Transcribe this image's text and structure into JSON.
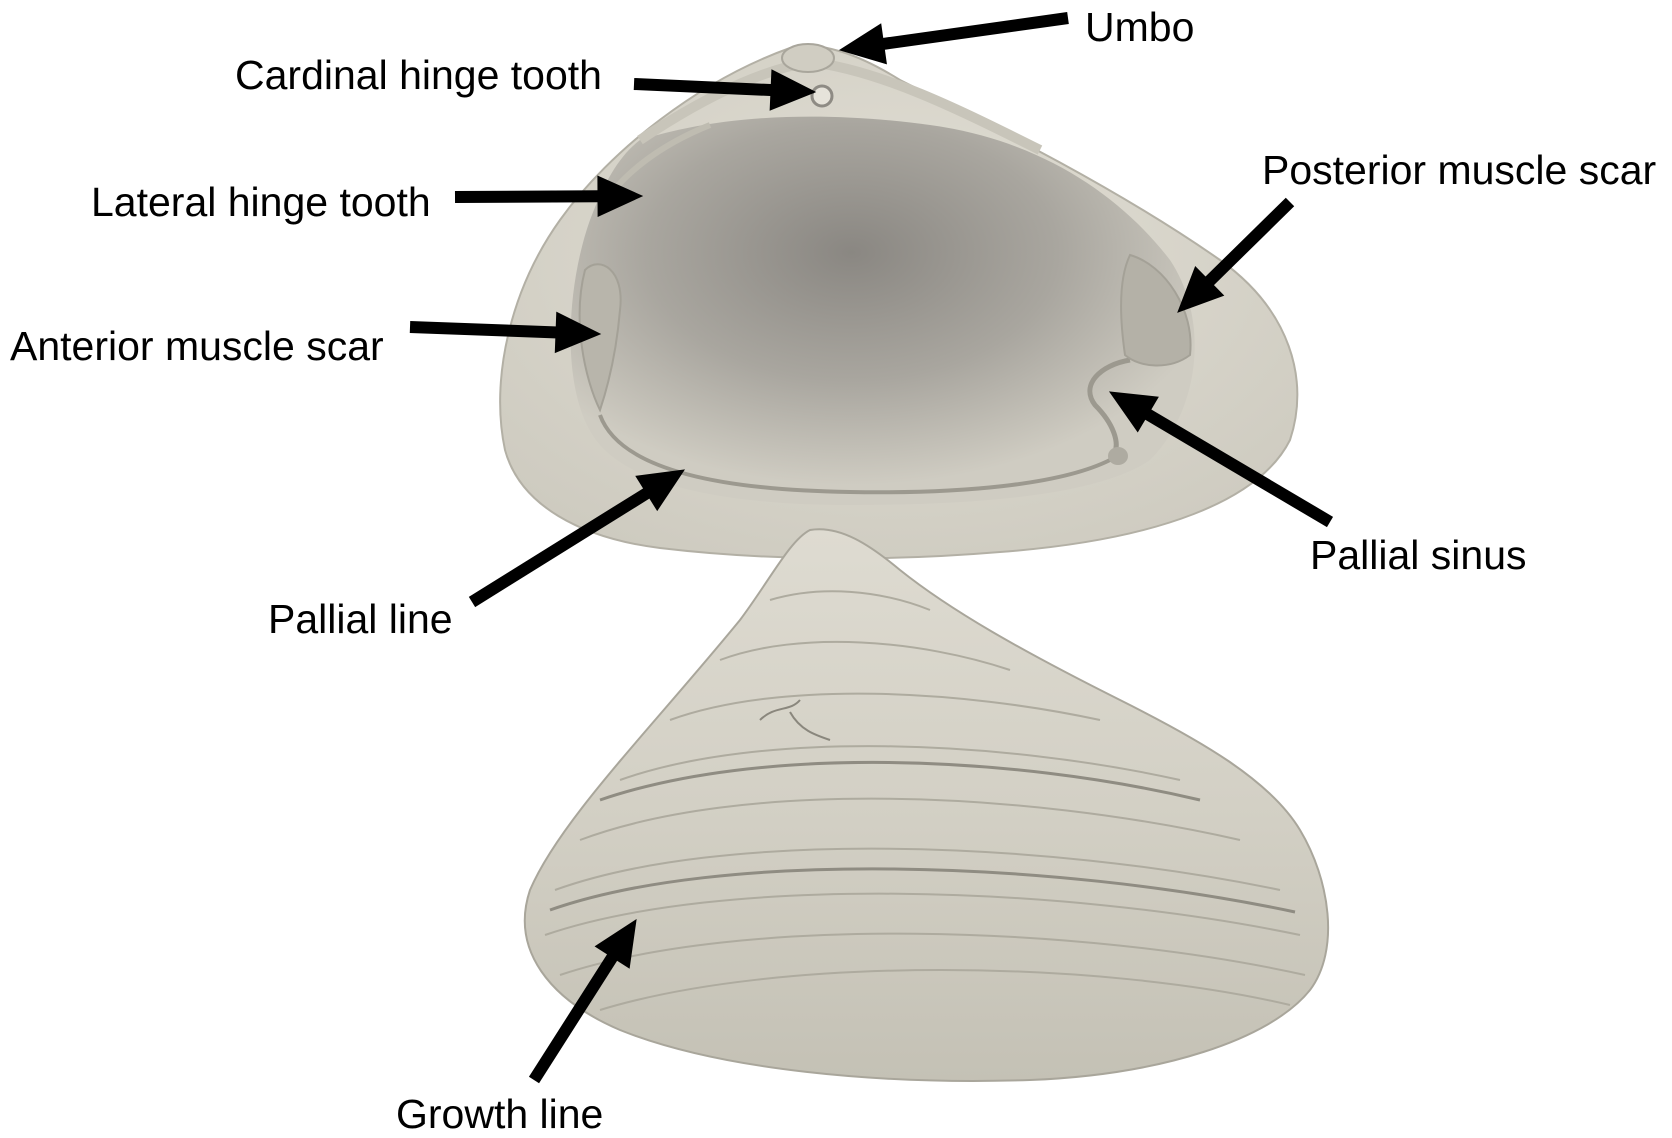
{
  "diagram": {
    "labels": {
      "umbo": "Umbo",
      "cardinal_hinge_tooth": "Cardinal hinge tooth",
      "lateral_hinge_tooth": "Lateral hinge tooth",
      "posterior_muscle_scar": "Posterior muscle scar",
      "anterior_muscle_scar": "Anterior muscle scar",
      "pallial_sinus": "Pallial sinus",
      "pallial_line": "Pallial line",
      "growth_line": "Growth line"
    }
  },
  "colors": {
    "shell_base": "#d9d6cb",
    "shell_interior_dark": "#8f8c86",
    "arrow": "#000000",
    "background": "#ffffff"
  }
}
